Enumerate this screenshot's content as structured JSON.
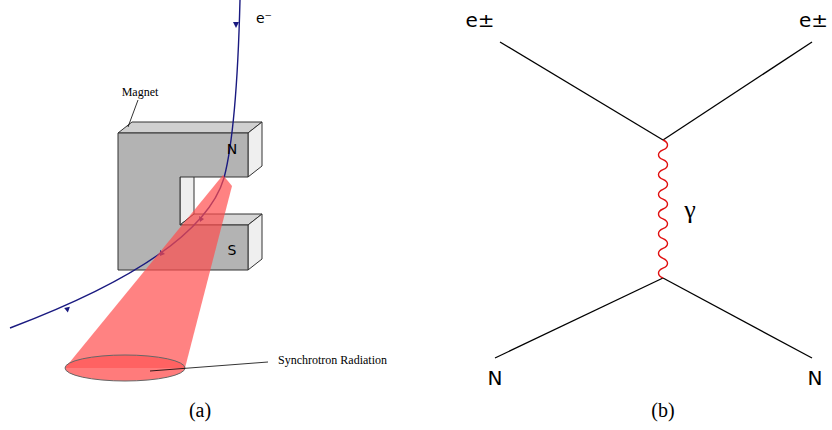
{
  "diagram": {
    "labels": [
      "e⁻",
      "Magnet",
      "N",
      "S",
      "Synchrotron Radiation",
      "(a)",
      "e±",
      "e±",
      "γ",
      "N",
      "N",
      "(b)"
    ]
  }
}
